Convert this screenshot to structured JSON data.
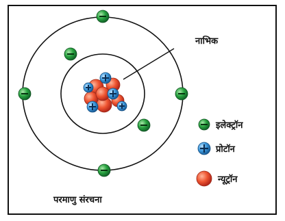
{
  "diagram": {
    "nucleus_label": "नाभिक",
    "caption": "परमाणु संरचना",
    "legend": [
      {
        "label": "इलेक्ट्रॉन",
        "icon": "electron-icon"
      },
      {
        "label": "प्रोटॉन",
        "icon": "proton-icon"
      },
      {
        "label": "न्यूट्रॉन",
        "icon": "neutron-icon"
      }
    ]
  },
  "colors": {
    "electron": "#1e9a3a",
    "proton": "#2f8fd0",
    "neutron": "#e8452b",
    "orbit": "#111111"
  }
}
